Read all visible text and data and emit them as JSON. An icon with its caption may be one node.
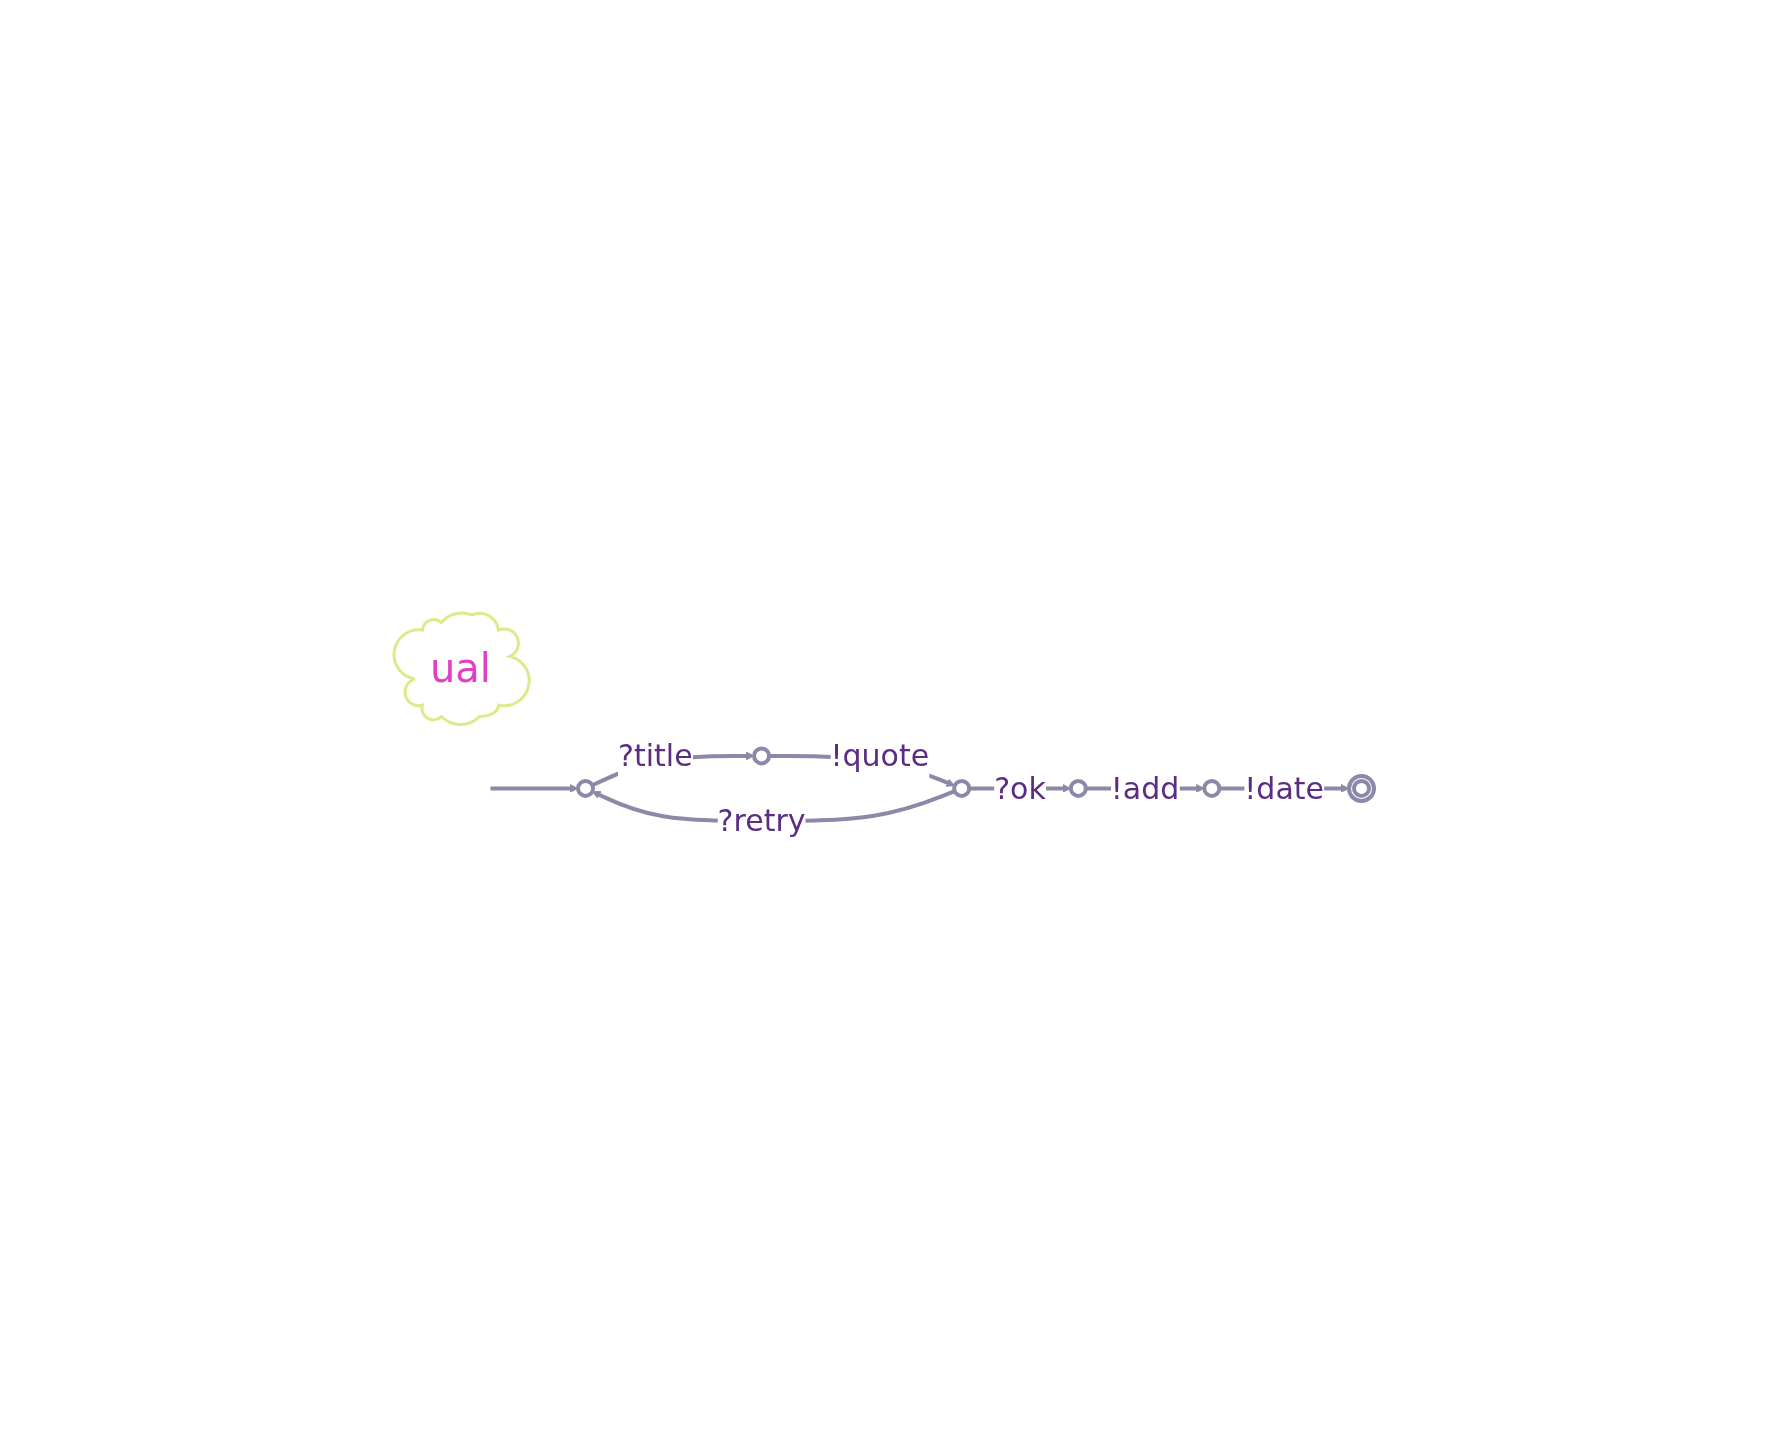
{
  "diagram": {
    "nodes": [
      {
        "text": [],
        "shape": "circle"
      },
      {
        "text": [],
        "shape": "circle"
      },
      {
        "text": [],
        "shape": "circle"
      },
      {
        "text": [],
        "shape": "circle"
      },
      {
        "text": [],
        "shape": "circle"
      },
      {
        "text": [],
        "shape": "circle"
      },
      {
        "text": [
          "ual"
        ]
      }
    ],
    "edges": [
      {
        "from": null,
        "to": 0,
        "arrow": "to"
      },
      {
        "from": 0,
        "to": 1,
        "label": "?title",
        "arrow": "to"
      },
      {
        "from": 1,
        "to": 2,
        "label": "!quote",
        "arrow": "to"
      },
      {
        "from": 2,
        "to": 0,
        "label": "?retry",
        "arrow": "to"
      },
      {
        "from": 2,
        "to": 3,
        "label": "?ok",
        "arrow": "to"
      },
      {
        "from": 3,
        "to": 4,
        "label": "!add",
        "arrow": "to"
      },
      {
        "from": 4,
        "to": 5,
        "label": "!date",
        "arrow": "to"
      }
    ]
  }
}
